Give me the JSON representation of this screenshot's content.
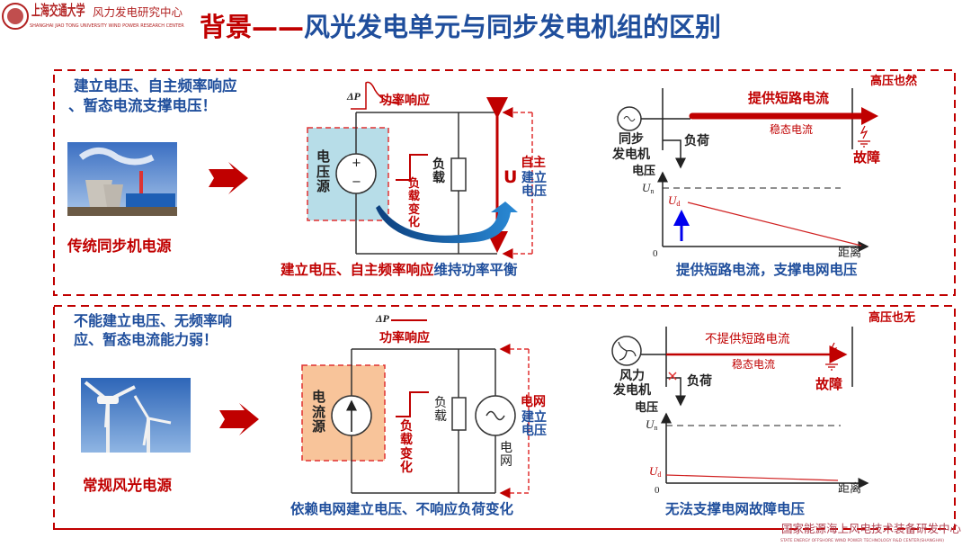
{
  "header": {
    "logo_cn": "上海交通大学",
    "logo_center": "风力发电研究中心",
    "logo_en": "SHANGHAI JIAO TONG UNIVERSITY WIND POWER RESEARCH CENTER",
    "title_prefix": "背景——",
    "title_main": "风光发电单元与同步发电机组的区别"
  },
  "top": {
    "intro_line1": "建立电压、自主频率响应",
    "intro_line2": "、暂态电流支撑电压！",
    "source_label": "传统同步机电源",
    "circuit": {
      "delta_p": "ΔP",
      "power_response": "功率响应",
      "source": "电压源",
      "plus": "+",
      "minus": "−",
      "load_change": "负载变化",
      "load": "负载",
      "u": "U",
      "self_build_red": "自主",
      "self_build_blue": "建立电压",
      "caption_red": "建立电压、自主频率响应",
      "caption_blue": "维持功率平衡"
    },
    "fault": {
      "generator": "同步发电机",
      "short_current": "提供短路电流",
      "steady_current": "稳态电流",
      "load": "负荷",
      "fault": "故障",
      "y_label": "电压",
      "un": "U",
      "un_sub": "n",
      "ud": "U",
      "ud_sub": "d",
      "origin": "0",
      "x_label": "距离",
      "caption": "提供短路电流，支撑电网电压",
      "note": "高压也然"
    }
  },
  "bottom": {
    "intro_line1": "不能建立电压、无频率响",
    "intro_line2": "应、暂态电流能力弱！",
    "source_label": "常规风光电源",
    "circuit": {
      "delta_p": "ΔP",
      "power_response": "功率响应",
      "source": "电流源",
      "load_change": "负载变化",
      "load": "负载",
      "grid": "电网",
      "grid_build_red": "电网",
      "grid_build_blue": "建立电压",
      "caption": "依赖电网建立电压、不响应负荷变化"
    },
    "fault": {
      "generator": "风力发电机",
      "short_current": "不提供短路电流",
      "steady_current": "稳态电流",
      "load": "负荷",
      "fault": "故障",
      "y_label": "电压",
      "un": "U",
      "un_sub": "n",
      "ud": "U",
      "ud_sub": "d",
      "origin": "0",
      "x_label": "距离",
      "caption": "无法支撑电网故障电压",
      "note": "高压也无"
    }
  },
  "footer": {
    "cn": "国家能源海上风电技术装备研发中心",
    "en": "STATE ENERGY OFFSHORE WIND POWER TECHNOLOGY R&D CENTER(SHANGHAI)"
  },
  "colors": {
    "accent_red": "#c00000",
    "accent_blue": "#1f4e9c",
    "voltage_box": "#b7dde8",
    "current_box": "#f8c49a"
  }
}
